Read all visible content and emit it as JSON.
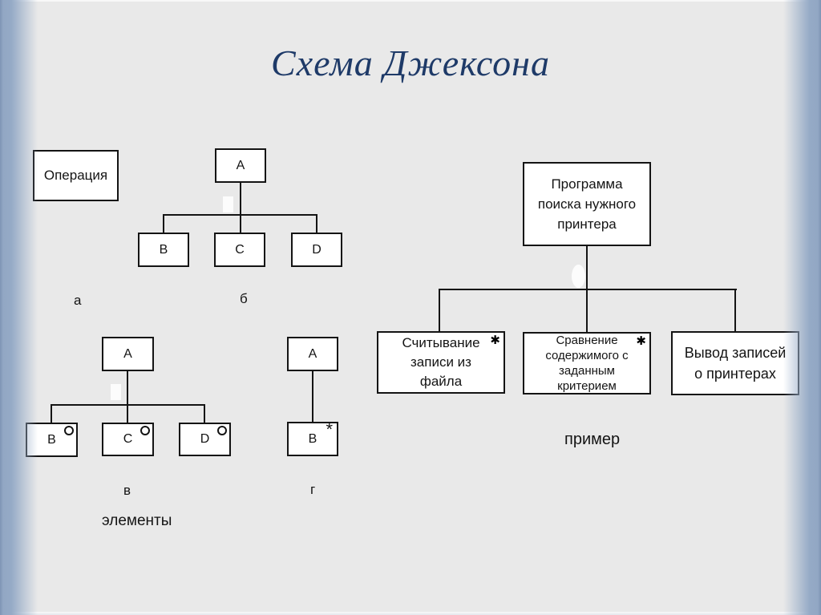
{
  "title": "Схема Джексона",
  "colors": {
    "background": "#E9E9E9",
    "title_text": "#1E3A68",
    "line": "#141414",
    "box_background": "#FFFFFF",
    "side_gradient": "#93A8C5"
  },
  "figures": {
    "operation": {
      "label": "Операция",
      "caption": "а"
    },
    "sequence": {
      "root": "A",
      "children": [
        "B",
        "C",
        "D"
      ],
      "caption": "б"
    },
    "selection": {
      "root": "A",
      "children": [
        "B",
        "C",
        "D"
      ],
      "marker_name": "circle-outline",
      "caption": "в"
    },
    "iteration": {
      "root": "A",
      "child": "B",
      "marker": "*",
      "caption": "г"
    },
    "group_label": "элементы"
  },
  "example": {
    "root": {
      "label": "Программа поиска нужного принтера",
      "lines": [
        "Программа",
        "поиска нужного",
        "принтера"
      ]
    },
    "children": [
      {
        "label": "Считывание записи из файла",
        "lines": [
          "Считывание",
          "записи из",
          "файла"
        ],
        "marker": "✱"
      },
      {
        "label": "Сравнение содержимого с заданным критерием",
        "lines": [
          "Сравнение",
          "содержимого с",
          "заданным",
          "критерием"
        ],
        "marker": "✱"
      },
      {
        "label": "Вывод записей о принтерах",
        "lines": [
          "Вывод записей",
          "о принтерах"
        ],
        "marker": ""
      }
    ],
    "caption": "пример"
  }
}
